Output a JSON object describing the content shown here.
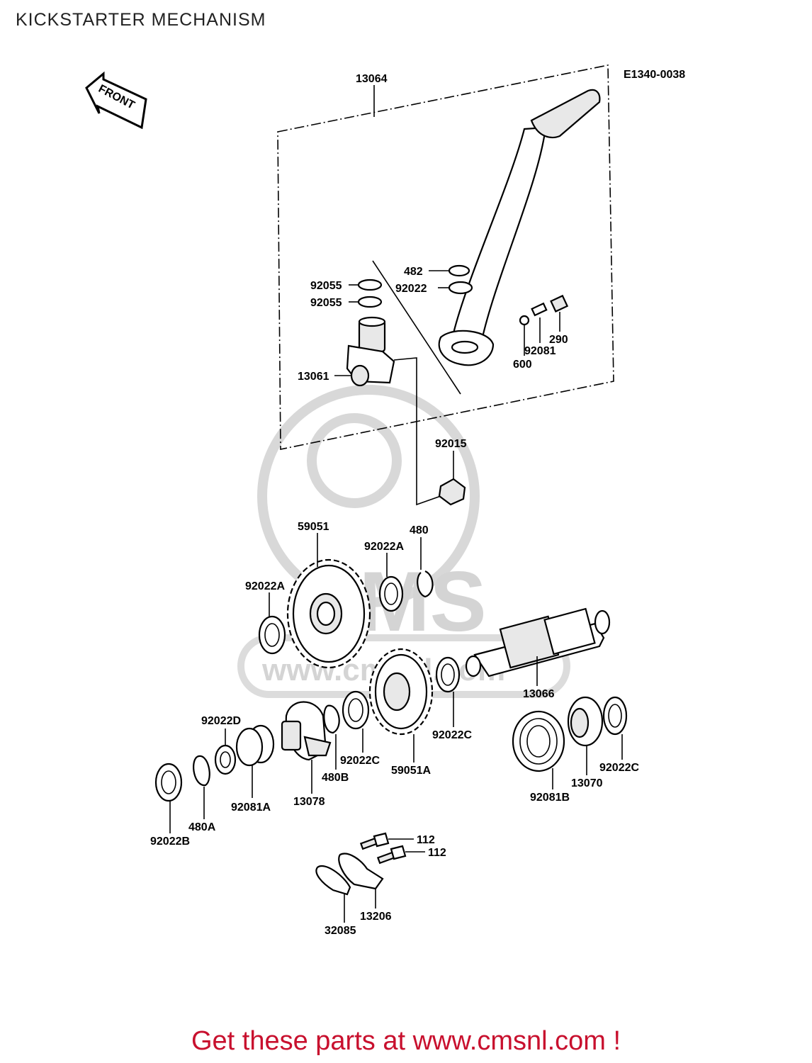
{
  "title": "KICKSTARTER MECHANISM",
  "ref_code": "E1340-0038",
  "front_label": "FRONT",
  "watermark": {
    "main": "CMS",
    "sub": "www.cmsnl.com"
  },
  "footer": "Get these parts at www.cmsnl.com !",
  "parts": [
    "13064",
    "482",
    "92055",
    "92022",
    "92055",
    "290",
    "92081",
    "600",
    "13061",
    "92015",
    "59051",
    "480",
    "92022A",
    "92022A",
    "13066",
    "92022D",
    "92022C",
    "92022C",
    "59051A",
    "92022C",
    "13070",
    "92081B",
    "480B",
    "92081A",
    "13078",
    "480A",
    "92022B",
    "112",
    "112",
    "13206",
    "32085"
  ]
}
